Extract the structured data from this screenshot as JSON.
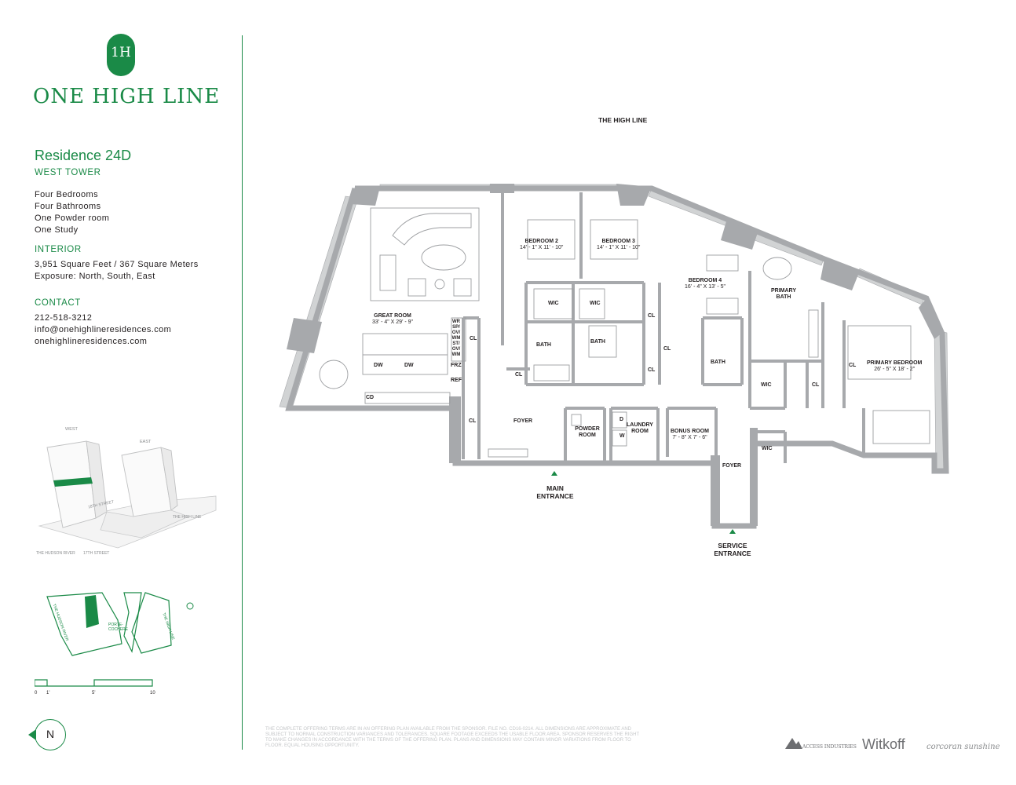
{
  "brand": {
    "logo_monogram": "1H",
    "name": "ONE HIGH LINE"
  },
  "residence": {
    "title": "Residence 24D",
    "tower": "WEST TOWER",
    "features": [
      "Four Bedrooms",
      "Four Bathrooms",
      "One Powder room",
      "One Study"
    ]
  },
  "interior": {
    "heading": "INTERIOR",
    "lines": [
      "3,951 Square Feet / 367 Square Meters",
      "Exposure: North, South, East"
    ]
  },
  "contact": {
    "heading": "CONTACT",
    "phone": "212-518-3212",
    "email": "info@onehighlineresidences.com",
    "website": "onehighlineresidences.com"
  },
  "plan": {
    "street_label": "THE HIGH LINE",
    "rooms": {
      "great_room": {
        "name": "GREAT ROOM",
        "dims": "33' - 4\" X 29' - 9\""
      },
      "bedroom2": {
        "name": "BEDROOM 2",
        "dims": "14' - 1\" X 11' - 10\""
      },
      "bedroom3": {
        "name": "BEDROOM 3",
        "dims": "14' - 1\" X 11' - 10\""
      },
      "bedroom4": {
        "name": "BEDROOM 4",
        "dims": "16' - 4\" X 13' - 5\""
      },
      "primary_bedroom": {
        "name": "PRIMARY BEDROOM",
        "dims": "26' - 5\" X 18' - 2\""
      },
      "bonus_room": {
        "name": "BONUS ROOM",
        "dims": "7' - 8\" X 7' - 6\""
      },
      "primary_bath": "PRIMARY BATH",
      "powder_room": "POWDER ROOM",
      "laundry_room": "LAUNDRY ROOM",
      "foyer": "FOYER",
      "service_foyer": "FOYER",
      "wic": "WIC",
      "bath": "BATH",
      "cl": "CL",
      "dw": "DW",
      "cd": "CD",
      "frz": "FRZ",
      "ref": "REF",
      "d": "D",
      "w": "W",
      "appliance_stack": "WR SP/ OV/ WM ST/ OV/ WM"
    },
    "main_entrance": "MAIN ENTRANCE",
    "service_entrance": "SERVICE ENTRANCE"
  },
  "key_plan": {
    "west": "WEST",
    "east": "EAST",
    "street_18": "18TH STREET",
    "street_17": "17TH STREET",
    "high_line": "THE HIGH LINE",
    "hudson": "THE HUDSON RIVER",
    "porte_cochere": "PORTE-COCHERE",
    "site_hudson": "THE HUDSON RIVER",
    "site_highline": "THE HIGH LINE"
  },
  "scale_bar": {
    "labels": [
      "0",
      "1'",
      "5'",
      "10"
    ]
  },
  "compass": {
    "label": "N"
  },
  "disclaimer": "THE COMPLETE OFFERING TERMS ARE IN AN OFFERING PLAN AVAILABLE FROM THE SPONSOR. FILE NO. CD16-0214. ALL DIMENSIONS ARE APPROXIMATE AND SUBJECT TO NORMAL CONSTRUCTION VARIANCES AND TOLERANCES. SQUARE FOOTAGE EXCEEDS THE USABLE FLOOR AREA. SPONSOR RESERVES THE RIGHT TO MAKE CHANGES IN ACCORDANCE WITH THE TERMS OF THE OFFERING PLAN. PLANS AND DIMENSIONS MAY CONTAIN MINOR VARIATIONS FROM FLOOR TO FLOOR. EQUAL HOUSING OPPORTUNITY.",
  "partners": {
    "access": "ACCESS INDUSTRIES",
    "witkoff": "Witkoff",
    "corcoran": "corcoran sunshine"
  },
  "colors": {
    "brand_green": "#1a8a47",
    "wall_gray": "#a7a9ac",
    "window_gray": "#d1d3d4"
  }
}
